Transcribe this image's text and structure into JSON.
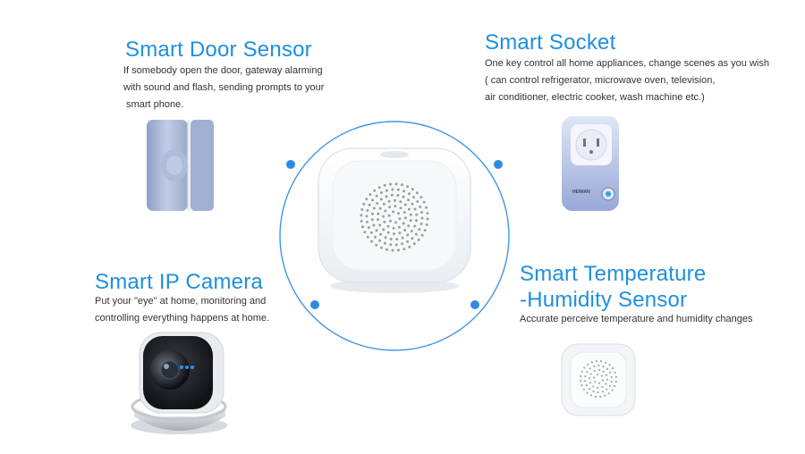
{
  "colors": {
    "accent": "#1f8fe0",
    "text": "#333333",
    "ring": "#3f96e6"
  },
  "door_sensor": {
    "title": "Smart Door Sensor",
    "lines": [
      "If somebody open the door, gateway alarming",
      "with sound and flash, sending prompts to your",
      " smart phone."
    ]
  },
  "socket": {
    "title": "Smart Socket",
    "lines": [
      "One key control all home appliances, change scenes as you wish",
      "( can control refrigerator, microwave oven, television,",
      "air conditioner, electric cooker, wash machine etc.)"
    ],
    "brand": "HEIMAN"
  },
  "camera": {
    "title": "Smart IP Camera",
    "lines": [
      "Put your \"eye\" at home, monitoring and",
      "controlling everything happens at home."
    ]
  },
  "temp_sensor": {
    "title_lines": [
      "Smart Temperature",
      "-Humidity Sensor"
    ],
    "lines": [
      "Accurate perceive temperature and humidity changes"
    ]
  }
}
